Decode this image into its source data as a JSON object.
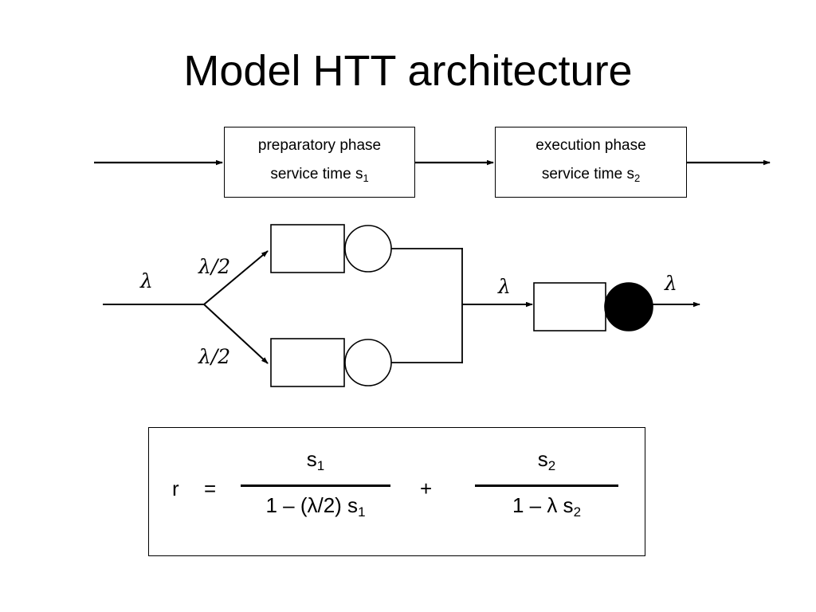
{
  "slide": {
    "title": "Model HTT architecture",
    "background_color": "#ffffff",
    "line_color": "#000000"
  },
  "pipeline": {
    "boxes": [
      {
        "id": "preparatory-phase",
        "line1": "preparatory phase",
        "line2_prefix": "service time s",
        "line2_sub": "1"
      },
      {
        "id": "execution-phase",
        "line1": "execution phase",
        "line2_prefix": "service time s",
        "line2_sub": "2"
      }
    ],
    "arrows": [
      {
        "name": "pipeline-input-arrow"
      },
      {
        "name": "pipeline-middle-arrow"
      },
      {
        "name": "pipeline-output-arrow"
      }
    ]
  },
  "queue_network": {
    "labels": {
      "input_rate": "λ",
      "branch_upper_rate": "λ/2",
      "branch_lower_rate": "λ/2",
      "merge_rate": "λ",
      "output_rate": "λ"
    },
    "nodes": [
      {
        "name": "upper-queue-buffer",
        "type": "queue-box"
      },
      {
        "name": "upper-server",
        "type": "circle-open"
      },
      {
        "name": "lower-queue-buffer",
        "type": "queue-box"
      },
      {
        "name": "lower-server",
        "type": "circle-open"
      },
      {
        "name": "final-queue-buffer",
        "type": "queue-box"
      },
      {
        "name": "final-server",
        "type": "circle-filled"
      }
    ]
  },
  "formula": {
    "lhs": "r",
    "equals": "=",
    "plus": "+",
    "term1": {
      "numerator_prefix": "s",
      "numerator_sub": "1",
      "denominator_prefix": "1 – (λ/2) s",
      "denominator_sub": "1"
    },
    "term2": {
      "numerator_prefix": "s",
      "numerator_sub": "2",
      "denominator_prefix": "1 – λ s",
      "denominator_sub": "2"
    }
  }
}
